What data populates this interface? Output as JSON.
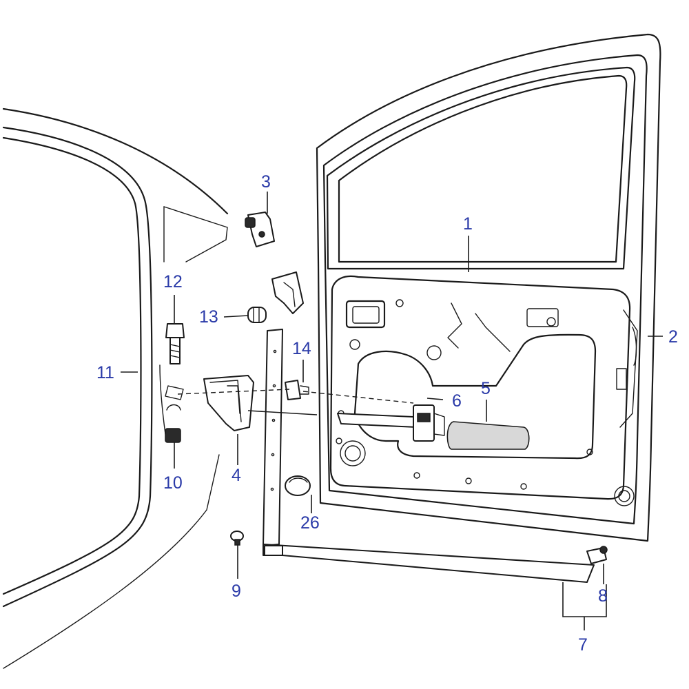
{
  "diagram": {
    "callouts": [
      {
        "id": "1",
        "label": "1"
      },
      {
        "id": "2",
        "label": "2"
      },
      {
        "id": "3",
        "label": "3"
      },
      {
        "id": "4",
        "label": "4"
      },
      {
        "id": "5",
        "label": "5"
      },
      {
        "id": "6",
        "label": "6"
      },
      {
        "id": "7",
        "label": "7"
      },
      {
        "id": "8",
        "label": "8"
      },
      {
        "id": "9",
        "label": "9"
      },
      {
        "id": "10",
        "label": "10"
      },
      {
        "id": "11",
        "label": "11"
      },
      {
        "id": "12",
        "label": "12"
      },
      {
        "id": "13",
        "label": "13"
      },
      {
        "id": "14",
        "label": "14"
      },
      {
        "id": "26",
        "label": "26"
      }
    ],
    "callout_color": "#2a3aa8",
    "line_color": "#1a1a1a"
  }
}
